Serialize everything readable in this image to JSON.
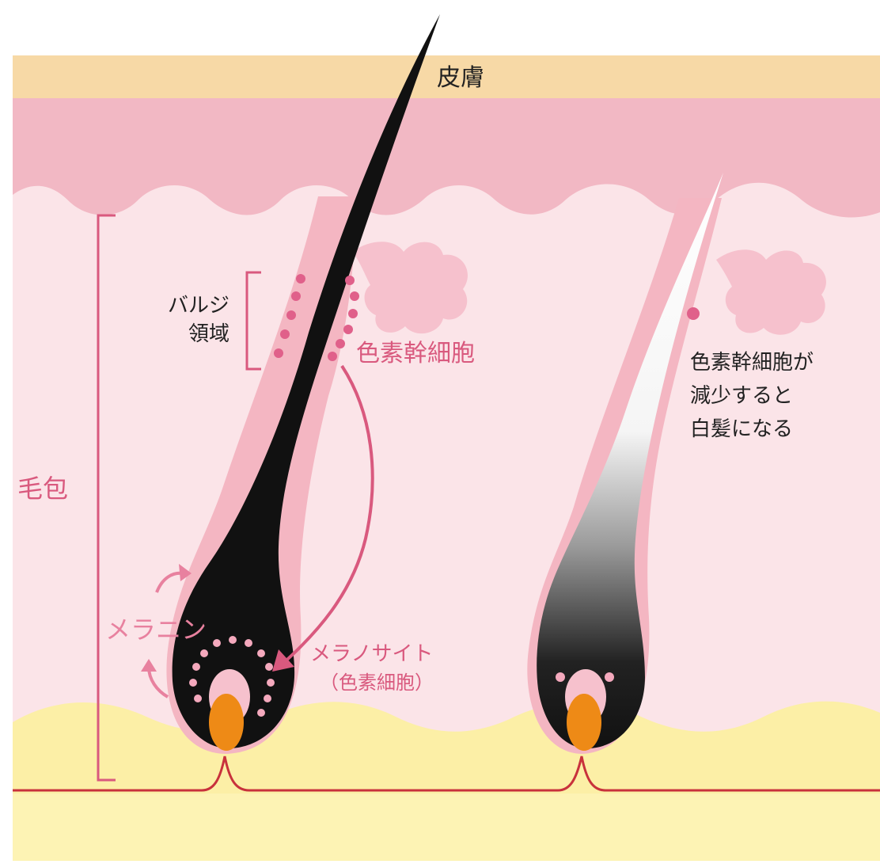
{
  "labels": {
    "skin": "皮膚",
    "follicle": "毛包",
    "bulge_line1": "バルジ",
    "bulge_line2": "領域",
    "stem_cells": "色素幹細胞",
    "melanin": "メラニン",
    "melanocyte_line1": "メラノサイト",
    "melanocyte_line2": "（色素細胞）",
    "gray_line1": "色素幹細胞が",
    "gray_line2": "減少すると",
    "gray_line3": "白髪になる"
  },
  "colors": {
    "skin_top": "#f7d9a6",
    "dermis_pink": "#f2b8c4",
    "tissue_light": "#fbe4e8",
    "fat_yellow": "#fcefa6",
    "base_yellow": "#fdf3b4",
    "accent_pink": "#d9597e",
    "hair_black": "#111111",
    "papilla_orange": "#ee8a16",
    "nerve_red": "#c8323c",
    "sheath_pink": "#f4b6c2",
    "text_dark": "#222222"
  }
}
